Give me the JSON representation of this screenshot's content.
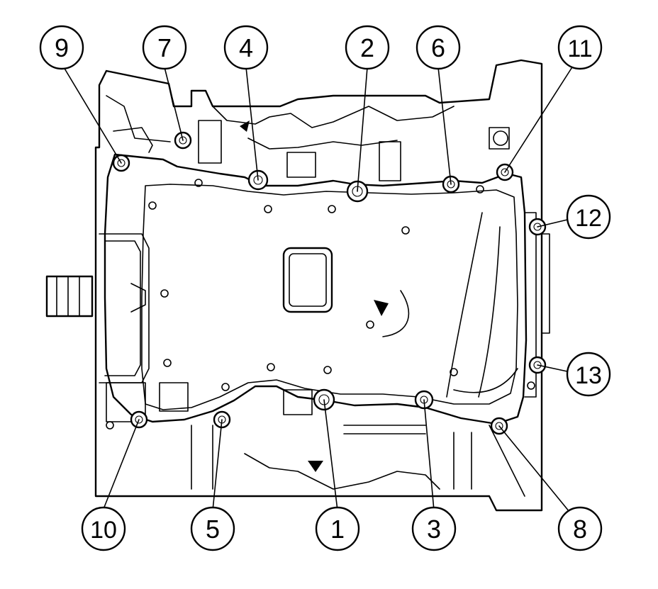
{
  "callouts": [
    {
      "id": "9",
      "label": "9"
    },
    {
      "id": "7",
      "label": "7"
    },
    {
      "id": "4",
      "label": "4"
    },
    {
      "id": "2",
      "label": "2"
    },
    {
      "id": "6",
      "label": "6"
    },
    {
      "id": "11",
      "label": "11"
    },
    {
      "id": "12",
      "label": "12"
    },
    {
      "id": "13",
      "label": "13"
    },
    {
      "id": "10",
      "label": "10"
    },
    {
      "id": "5",
      "label": "5"
    },
    {
      "id": "1",
      "label": "1"
    },
    {
      "id": "3",
      "label": "3"
    },
    {
      "id": "8",
      "label": "8"
    }
  ]
}
